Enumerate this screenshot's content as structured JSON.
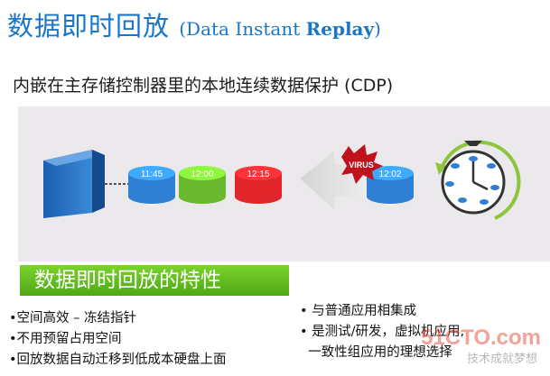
{
  "title": {
    "cn": "数据即时回放",
    "en_pre": "(Data Instant ",
    "en_bold": "Replay",
    "en_post": ")"
  },
  "subtitle": "内嵌在主存储控制器里的本地连续数据保护 (CDP)",
  "diagram": {
    "snapshots": [
      {
        "time": "11:45",
        "color": "#2f7fd4"
      },
      {
        "time": "12:00",
        "color": "#6ab82e"
      },
      {
        "time": "12:15",
        "color": "#e0262b"
      }
    ],
    "current": {
      "time": "12:02",
      "color": "#2f7fd4"
    },
    "virus_label": "VIRUS",
    "clock_hand_color": "#8ec53e"
  },
  "features": {
    "heading": "数据即时回放的特性",
    "left": [
      "•空间高效 – 冻结指针",
      "•不用预留占用空间",
      "•回放数据自动迁移到低成本硬盘上面"
    ],
    "right": [
      "• 与普通应用相集成",
      "• 是测试/研发，虚拟机应用,",
      "  一致性组应用的理想选择"
    ]
  },
  "watermark": {
    "main": "51CTO.com",
    "sub": "技术成就梦想"
  }
}
